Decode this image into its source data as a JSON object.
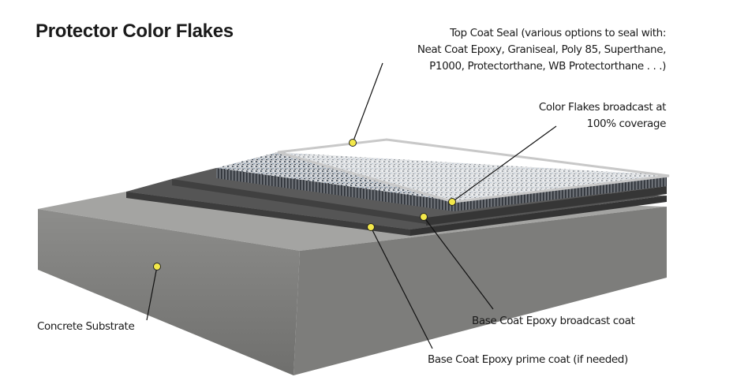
{
  "title": "Protector Color Flakes",
  "labels": {
    "top_coat": [
      "Top Coat Seal (various options to seal with:",
      "Neat Coat Epoxy, Graniseal, Poly 85, Superthane,",
      "P1000, Protectorthane, WB Protectorthane . . .)"
    ],
    "flakes": [
      "Color Flakes broadcast at",
      "100% coverage"
    ],
    "broadcast_coat": "Base Coat Epoxy broadcast coat",
    "prime_coat": "Base Coat Epoxy prime coat (if needed)",
    "concrete": "Concrete Substrate"
  },
  "colors": {
    "marker": "#f3e84a",
    "concrete": "#8a8a88",
    "epoxy": "#4a4a4a"
  }
}
